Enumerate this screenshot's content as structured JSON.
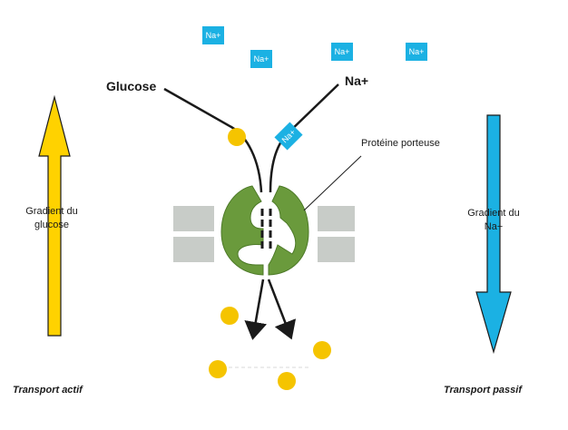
{
  "labels": {
    "glucose": "Glucose",
    "sodium": "Na+",
    "carrier_protein": "Protéine porteuse"
  },
  "sodium_ion_text": "Na+",
  "left_gradient": {
    "line1": "Gradient du",
    "line2": "glucose",
    "color": "#ffd200"
  },
  "right_gradient": {
    "line1": "Gradient du",
    "line2": "Na+",
    "color": "#1bb1e3"
  },
  "left_transport": "Transport actif",
  "right_transport": "Transport passif",
  "colors": {
    "protein": "#6a9a3c",
    "membrane": "#c8ccc8",
    "glucose_molecule": "#f5c400",
    "sodium_ion": "#1bb1e3"
  }
}
